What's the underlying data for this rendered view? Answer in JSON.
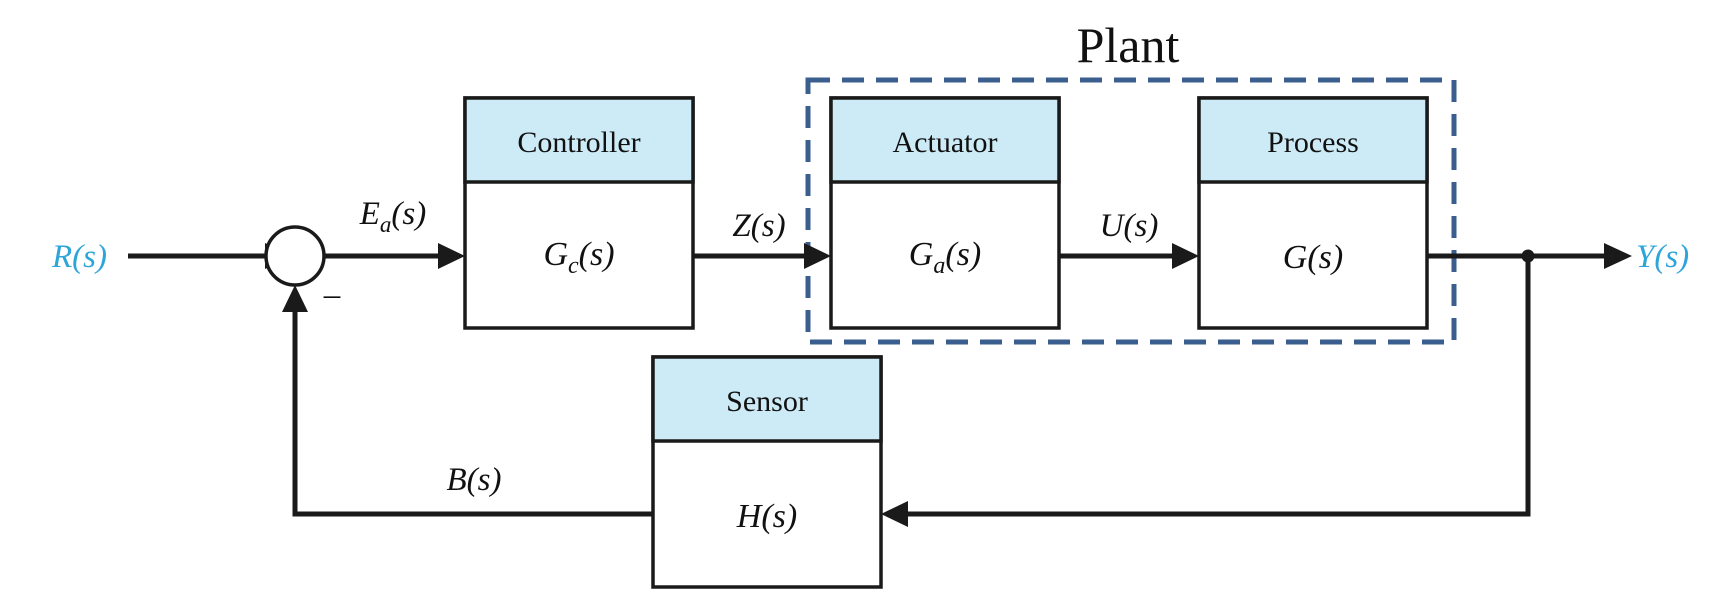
{
  "plant_label": "Plant",
  "blocks": {
    "controller": {
      "title": "Controller",
      "tf": {
        "main": "G",
        "sub": "c",
        "arg": "(s)"
      }
    },
    "actuator": {
      "title": "Actuator",
      "tf": {
        "main": "G",
        "sub": "a",
        "arg": "(s)"
      }
    },
    "process": {
      "title": "Process",
      "tf": {
        "main": "G",
        "sub": "",
        "arg": "(s)"
      }
    },
    "sensor": {
      "title": "Sensor",
      "tf": {
        "main": "H",
        "sub": "",
        "arg": "(s)"
      }
    }
  },
  "signals": {
    "input": "R(s)",
    "error": {
      "main": "E",
      "sub": "a",
      "arg": "(s)"
    },
    "controller_output": "Z(s)",
    "actuator_output": "U(s)",
    "output": "Y(s)",
    "feedback": "B(s)"
  },
  "summing_junction": {
    "feedback_sign": "–"
  },
  "colors": {
    "io_signal": "#2ea5d8",
    "block_header": "#cdebf6",
    "plant_border": "#3a5f8f",
    "line": "#1a1a1a"
  }
}
